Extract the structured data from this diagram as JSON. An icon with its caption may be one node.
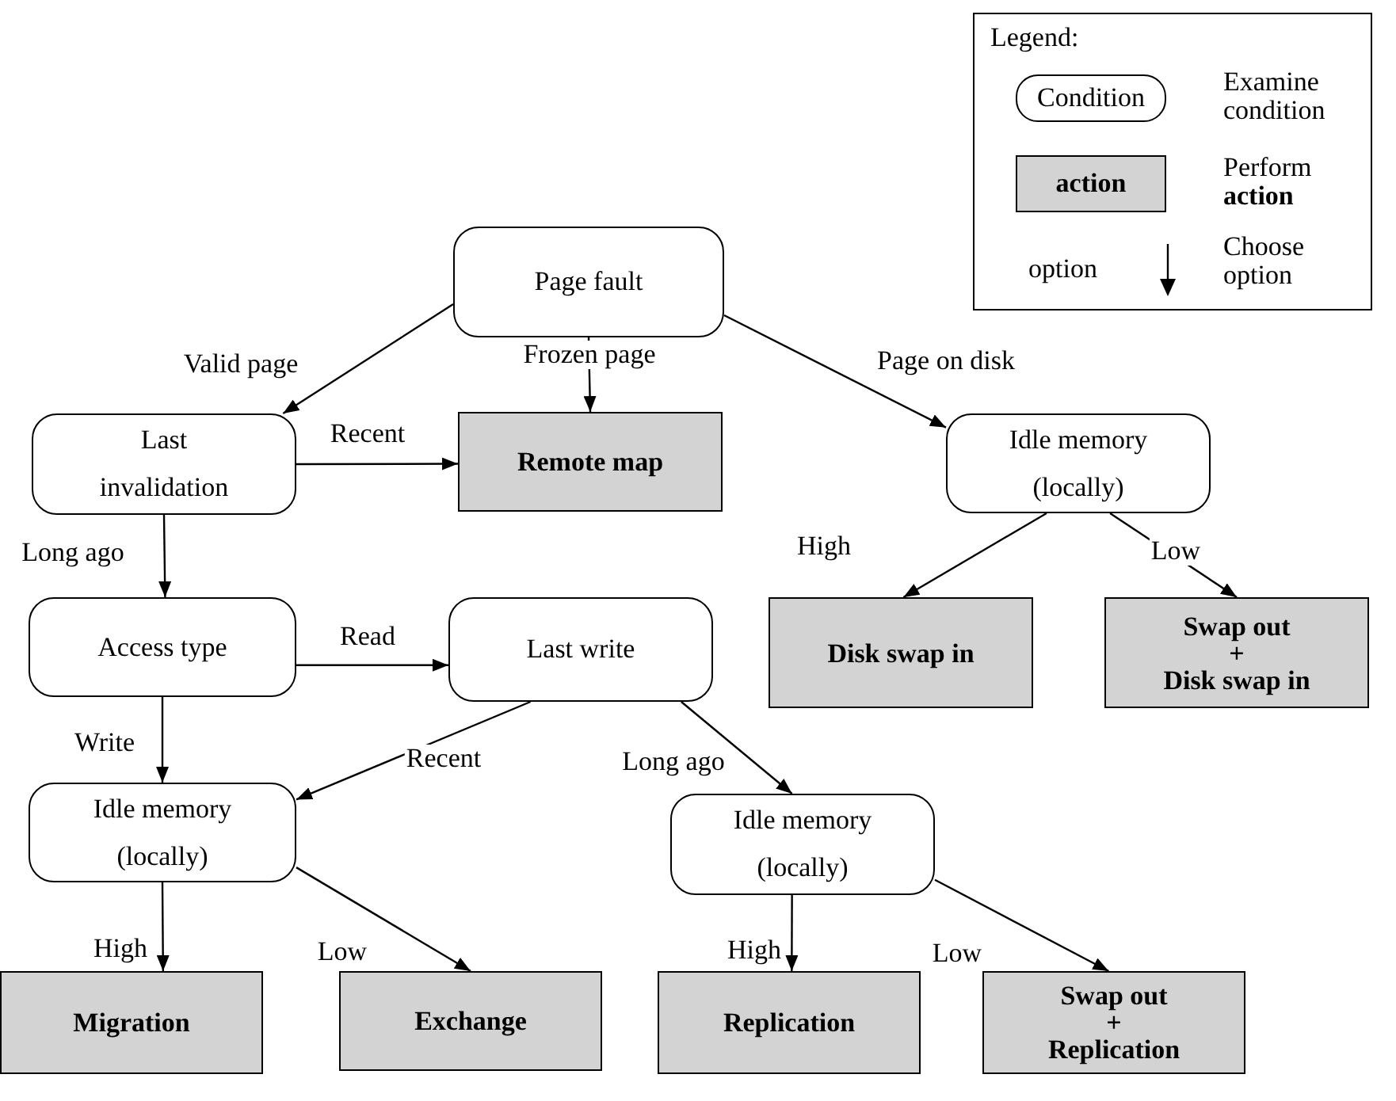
{
  "diagram": {
    "nodes": [
      {
        "text": [
          "Page fault"
        ]
      },
      {
        "text": [
          "Last invalidation"
        ]
      },
      {
        "text": [
          "Remote map"
        ]
      },
      {
        "text": [
          "Idle memory (locally)"
        ]
      },
      {
        "text": [
          "Disk swap in"
        ]
      },
      {
        "text": [
          "Swap out",
          "+",
          "Disk swap in"
        ]
      },
      {
        "text": [
          "Access type"
        ]
      },
      {
        "text": [
          "Last write"
        ]
      },
      {
        "text": [
          "Idle memory (locally)"
        ]
      },
      {
        "text": [
          "Idle memory (locally)"
        ]
      },
      {
        "text": [
          "Migration"
        ]
      },
      {
        "text": [
          "Exchange"
        ]
      },
      {
        "text": [
          "Replication"
        ]
      },
      {
        "text": [
          "Swap out",
          "+",
          "Replication"
        ]
      }
    ],
    "edges": [
      {
        "from": 0,
        "to": 1,
        "arrow": "to",
        "label": "Valid page"
      },
      {
        "from": 0,
        "to": 2,
        "arrow": "to",
        "label": "Frozen page"
      },
      {
        "from": 0,
        "to": 3,
        "arrow": "to",
        "label": "Page on disk"
      },
      {
        "from": 1,
        "to": 2,
        "arrow": "to",
        "label": "Recent"
      },
      {
        "from": 1,
        "to": 6,
        "arrow": "to",
        "label": "Long ago"
      },
      {
        "from": 3,
        "to": 4,
        "arrow": "to",
        "label": "High"
      },
      {
        "from": 3,
        "to": 5,
        "arrow": "to",
        "label": "Low"
      },
      {
        "from": 6,
        "to": 7,
        "arrow": "to",
        "label": "Read"
      },
      {
        "from": 6,
        "to": 8,
        "arrow": "to",
        "label": "Write"
      },
      {
        "from": 7,
        "to": 8,
        "arrow": "to",
        "label": "Recent"
      },
      {
        "from": 7,
        "to": 9,
        "arrow": "to",
        "label": "Long ago"
      },
      {
        "from": 8,
        "to": 10,
        "arrow": "to",
        "label": "High"
      },
      {
        "from": 8,
        "to": 11,
        "arrow": "to",
        "label": "Low"
      },
      {
        "from": 9,
        "to": 12,
        "arrow": "to",
        "label": "High"
      },
      {
        "from": 9,
        "to": 13,
        "arrow": "to",
        "label": "Low"
      }
    ],
    "labels": [
      "Legend:",
      "Condition",
      "action",
      "option"
    ],
    "legend": [
      {
        "text": "Examine condition"
      },
      {
        "text": "Perform **action**"
      },
      {
        "text": "Choose option"
      }
    ]
  }
}
